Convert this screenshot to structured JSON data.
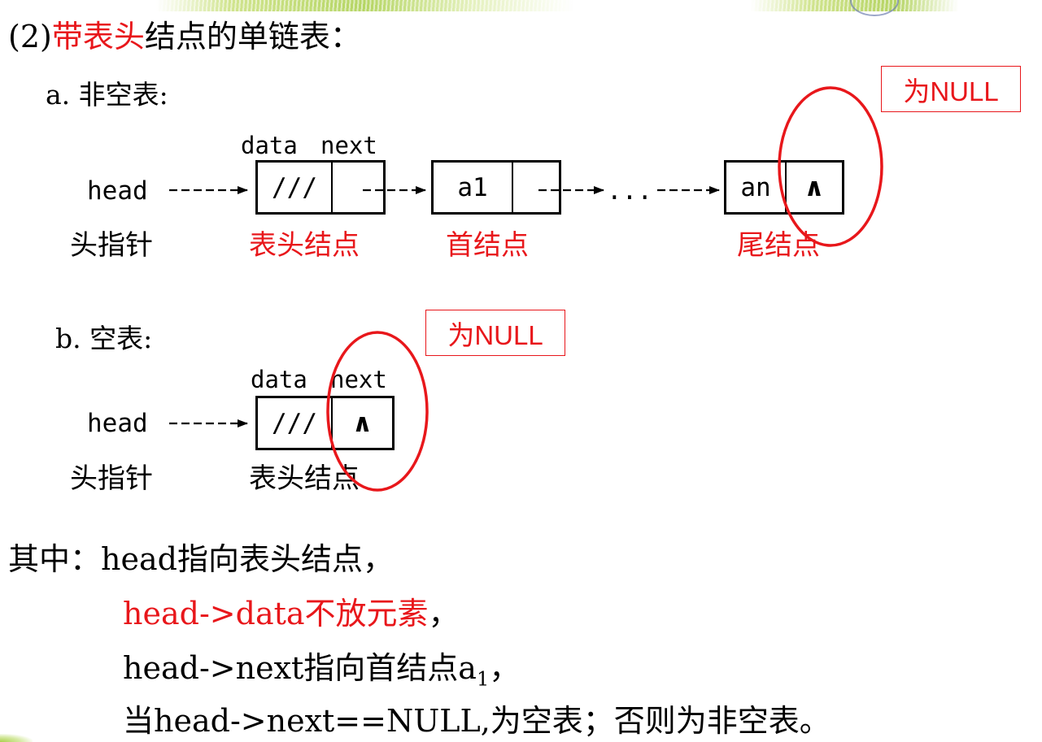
{
  "title": {
    "prefix": "(2)",
    "highlight": "带表头",
    "rest": "结点的单链表："
  },
  "section_a": {
    "label": "a. 非空表:",
    "field_data": "data",
    "field_next": "next",
    "head": "head",
    "head_caption": "头指针",
    "header_node": {
      "data": "///",
      "caption": "表头结点"
    },
    "first_node": {
      "data": "a1",
      "caption": "首结点"
    },
    "ellipsis": "...",
    "tail_node": {
      "data": "an",
      "next": "∧",
      "caption": "尾结点"
    },
    "null_note": "为NULL"
  },
  "section_b": {
    "label": "b. 空表:",
    "field_data": "data",
    "field_next": "next",
    "head": "head",
    "head_caption": "头指针",
    "header_node": {
      "data": "///",
      "next": "∧",
      "caption": "表头结点"
    },
    "null_note": "为NULL"
  },
  "notes": {
    "lead": "其中：",
    "line1": "head指向表头结点，",
    "line2": "head->data不放元素",
    "line2_tail": "，",
    "line3_main": "head->next指向首结点a",
    "line3_sub": "1",
    "line3_tail": "，",
    "line4": "当head->next==NULL,为空表；否则为非空表。"
  },
  "colors": {
    "accent_red": "#e8171b",
    "ink": "#000000",
    "deco_green": "#a9cf4a"
  }
}
